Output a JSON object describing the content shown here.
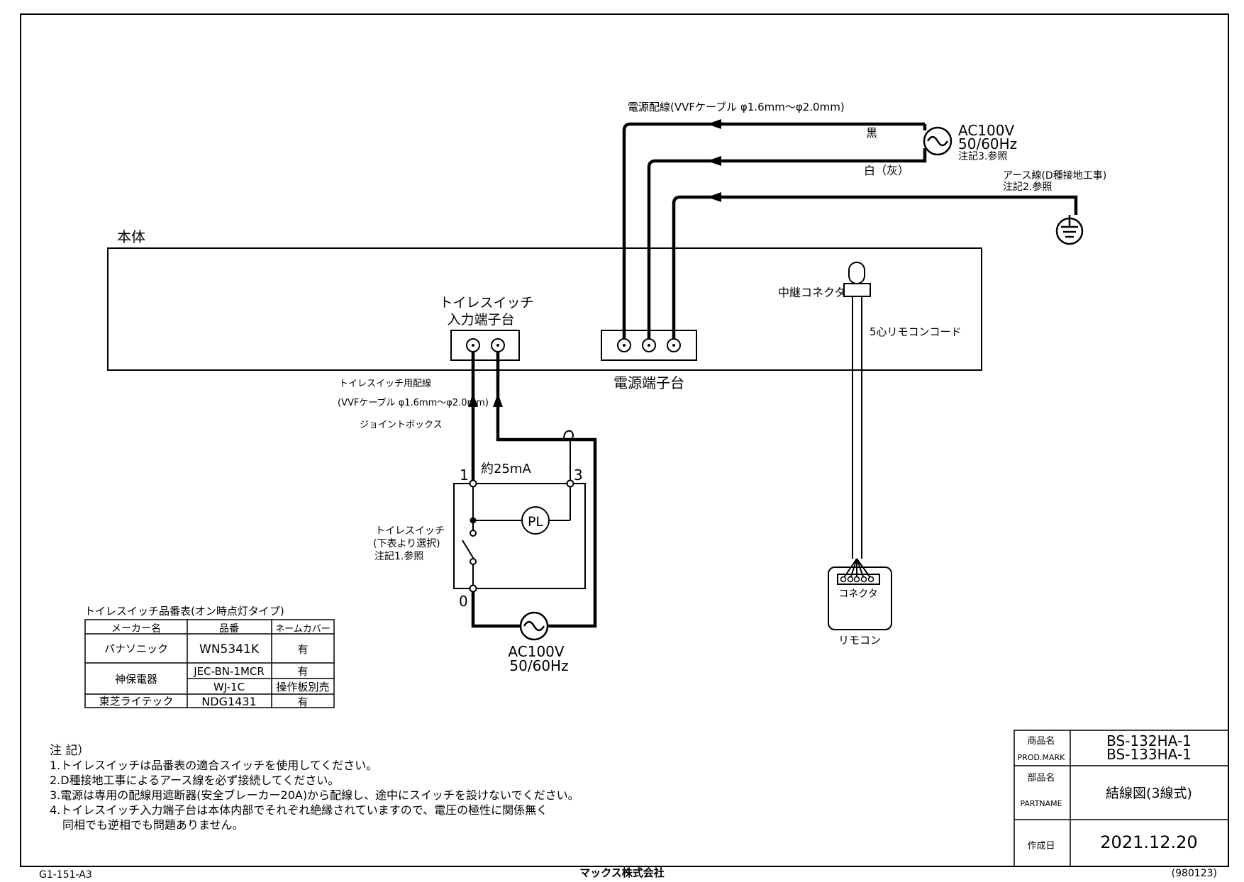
{
  "main_body": {
    "label": "本体"
  },
  "power_supply": {
    "cable_label": "電源配線(VVFケーブル φ1.6mm～φ2.0mm)",
    "wire_black": "黒",
    "wire_white": "白（灰）",
    "voltage": "AC100V",
    "frequency": "50/60Hz",
    "note_ref": "注記3.参照"
  },
  "ground": {
    "label": "アース線(D種接地工事)",
    "note_ref": "注記2.参照"
  },
  "toilet_switch_terminal": {
    "label_line1": "トイレスイッチ",
    "label_line2": "入力端子台"
  },
  "power_terminal": {
    "label": "電源端子台"
  },
  "relay_connector": {
    "label": "中継コネクタ"
  },
  "remote_cord": {
    "label": "5心リモコンコード"
  },
  "remote": {
    "connector_label": "コネクタ",
    "label": "リモコン"
  },
  "switch_wiring": {
    "label": "トイレスイッチ用配線",
    "cable": "(VVFケーブル φ1.6mm～φ2.0mm)",
    "joint_box": "ジョイントボックス",
    "current": "約25mA",
    "terminal_1": "1",
    "terminal_3": "3",
    "terminal_0": "0",
    "pilot_lamp": "PL",
    "switch_label_1": "トイレスイッチ",
    "switch_label_2": "(下表より選択)",
    "switch_label_3": "注記1.参照",
    "ac_voltage": "AC100V",
    "ac_frequency": "50/60Hz"
  },
  "switch_table": {
    "title": "トイレスイッチ品番表(オン時点灯タイプ)",
    "headers": [
      "メーカー名",
      "品番",
      "ネームカバー"
    ],
    "rows": [
      {
        "maker": "パナソニック",
        "part": "WN5341K",
        "cover": "有"
      },
      {
        "maker": "神保電器",
        "part": "JEC-BN-1MCR",
        "cover": "有"
      },
      {
        "maker": "",
        "part": "WJ-1C",
        "cover": "操作板別売"
      },
      {
        "maker": "東芝ライテック",
        "part": "NDG1431",
        "cover": "有"
      }
    ]
  },
  "notes": {
    "title": "注 記）",
    "items": [
      "1.トイレスイッチは品番表の適合スイッチを使用してください。",
      "2.D種接地工事によるアース線を必ず接続してください。",
      "3.電源は専用の配線用遮断器(安全ブレーカー20A)から配線し、途中にスイッチを設けないでください。",
      "4.トイレスイッチ入力端子台は本体内部でそれぞれ絶縁されていますので、電圧の極性に関係無く",
      "同相でも逆相でも問題ありません。"
    ]
  },
  "title_block": {
    "product_label_jp": "商品名",
    "product_label_en": "PROD.MARK",
    "product_1": "BS-132HA-1",
    "product_2": "BS-133HA-1",
    "part_label_jp": "部品名",
    "part_label_en": "PARTNAME",
    "part_name": "結線図(3線式)",
    "date_label": "作成日",
    "date": "2021.12.20"
  },
  "footer": {
    "doc_code": "G1-151-A3",
    "company": "マックス株式会社",
    "revision": "(980123)"
  }
}
